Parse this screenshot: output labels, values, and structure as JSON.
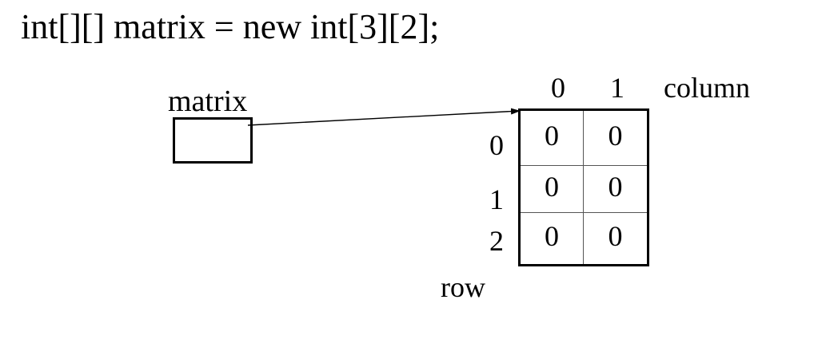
{
  "code_line": "int[][] matrix = new int[3][2];",
  "variable": {
    "label": "matrix"
  },
  "array": {
    "column_label": "column",
    "row_label": "row",
    "column_indices": [
      "0",
      "1"
    ],
    "row_indices": [
      "0",
      "1",
      "2"
    ],
    "cells": [
      [
        "0",
        "0"
      ],
      [
        "0",
        "0"
      ],
      [
        "0",
        "0"
      ]
    ]
  }
}
